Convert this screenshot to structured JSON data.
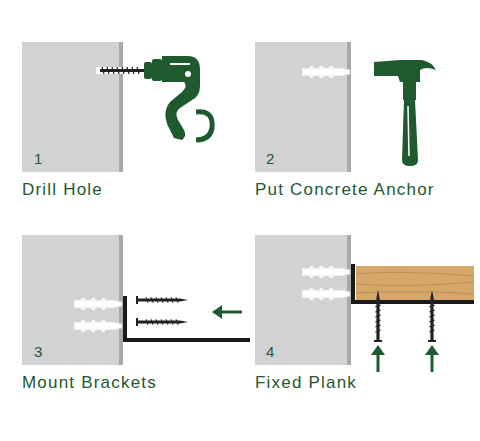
{
  "diagram": {
    "labels": [
      "1",
      "Drill Hole",
      "2",
      "Put Concrete Anchor",
      "3",
      "Mount Brackets",
      "4",
      "Fixed Plank"
    ]
  }
}
